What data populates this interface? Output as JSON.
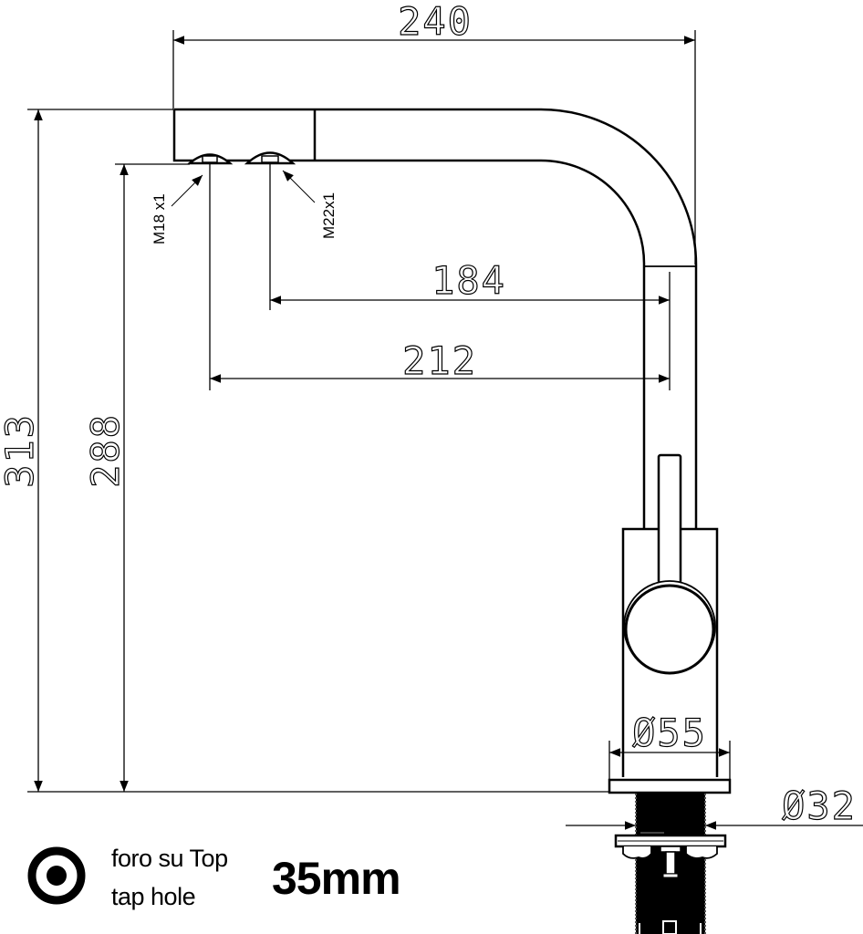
{
  "drawing": {
    "subject": "kitchen tap technical drawing",
    "units": "mm",
    "colors": {
      "line": "#000000",
      "background": "#ffffff"
    }
  },
  "dimensions": {
    "overall_width": "240",
    "reach_m22": "184",
    "reach_m18": "212",
    "overall_height": "313",
    "outlet_height": "288",
    "body_diameter": "Ø55",
    "shank_diameter": "Ø32"
  },
  "thread_labels": {
    "outlet_1": "M18 x1",
    "outlet_2": "M22x1"
  },
  "legend": {
    "icon": "tap-hole-icon",
    "line1": "foro su Top",
    "line2": "tap hole",
    "value": "35mm"
  }
}
